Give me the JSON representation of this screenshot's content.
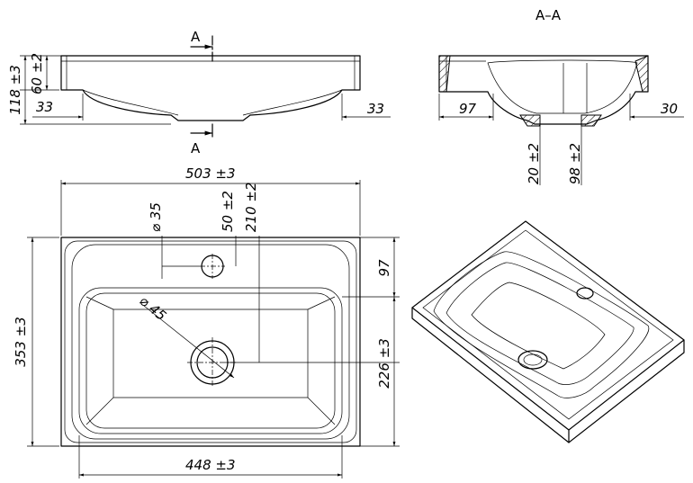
{
  "section_title": "A–A",
  "section_marker": "A",
  "dims": {
    "height_total": "118 ±3",
    "height_top": "60 ±2",
    "left_offset": "33",
    "right_offset": "33",
    "width_total": "503 ±3",
    "hole_diam": "⌀ 35",
    "hole_x": "50 ±2",
    "drain_x": "210 ±2",
    "drain_diam": "⌀ 45",
    "depth_total": "353 ±3",
    "hole_y": "97",
    "drain_y": "226 ±3",
    "bowl_width": "448 ±3",
    "sec_left": "97",
    "sec_right": "30",
    "sec_bottom": "20 ±2",
    "sec_depth": "98 ±2"
  }
}
